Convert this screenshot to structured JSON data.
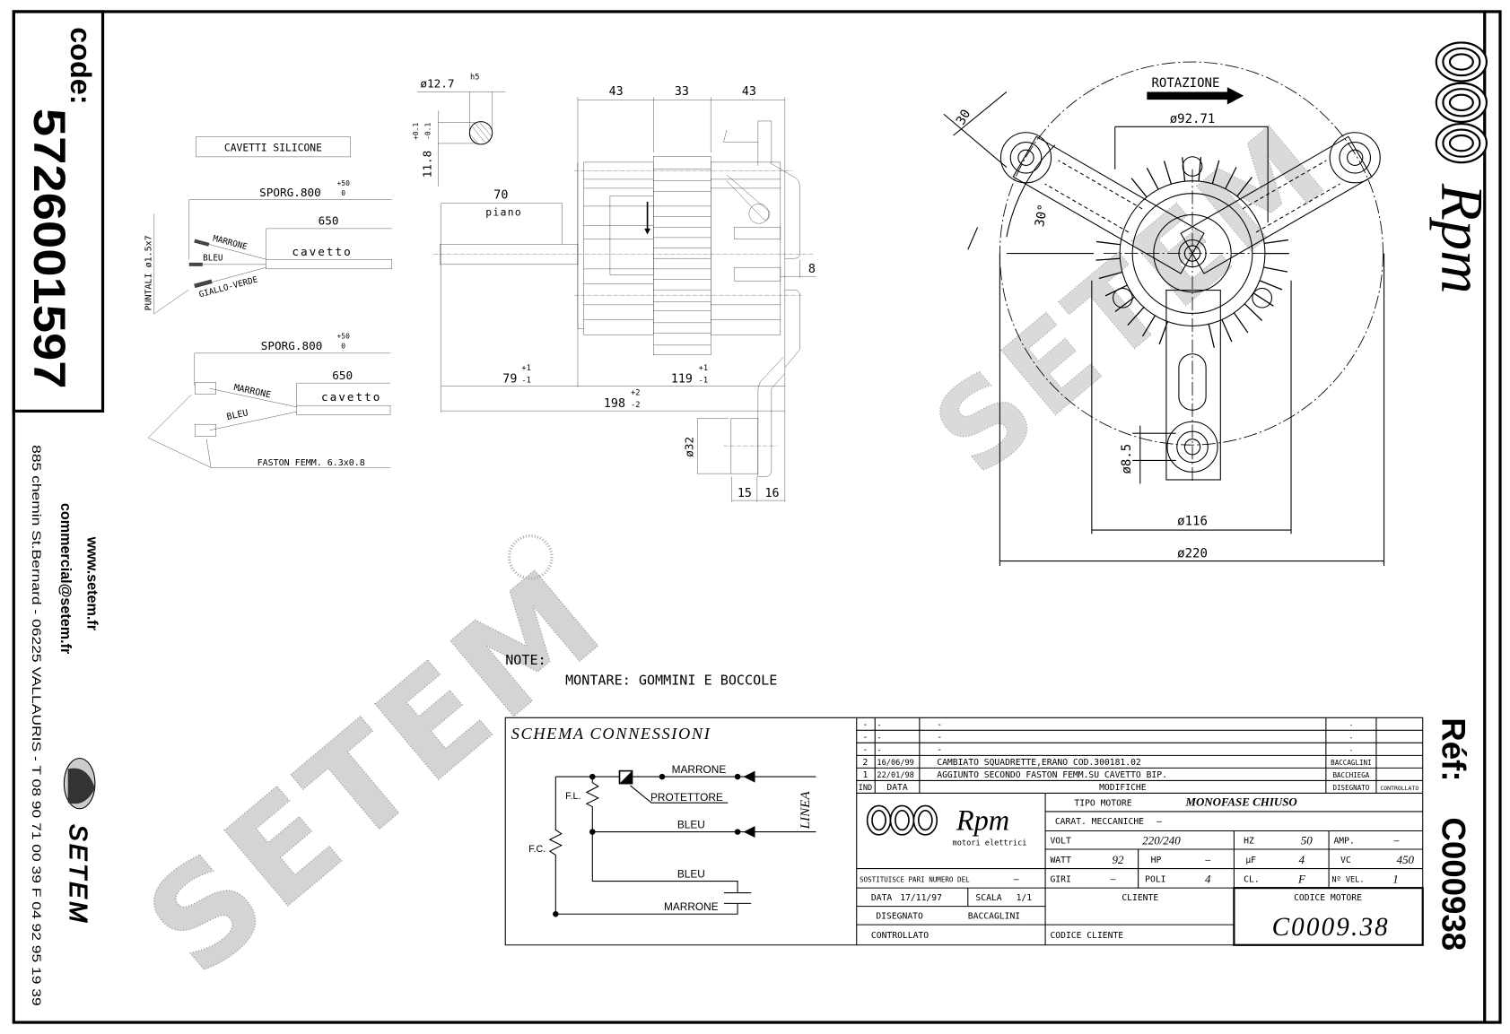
{
  "left_panel": {
    "code_label": "code:",
    "code": "5726001597",
    "website": "www.setem.fr",
    "email": "commercial@setem.fr",
    "address": "885 chemin St.Bernard  -  06225 VALLAURIS  -  T 08 90 71 00 39   F 04 92 95 19 39",
    "logo_text": "SETEM"
  },
  "right_panel": {
    "ref_label": "Réf:",
    "ref": "C000938",
    "logo_text": "Rpm"
  },
  "watermark": "SETEM",
  "cables": {
    "title": "CAVETTI SILICONE",
    "upper": {
      "sporg": "SPORG.800",
      "tol_plus": "+50",
      "tol_zero": "0",
      "length": "650",
      "cable": "cavetto",
      "wire1": "MARRONE",
      "wire2": "BLEU",
      "wire3": "GIALLO-VERDE",
      "terminals": "PUNTALI ø1.5x7"
    },
    "lower": {
      "sporg": "SPORG.800",
      "tol_plus": "+50",
      "tol_zero": "0",
      "length": "650",
      "cable": "cavetto",
      "wire1": "MARRONE",
      "wire2": "BLEU",
      "terminals": "FASTON FEMM. 6.3x0.8"
    }
  },
  "side_view": {
    "shaft_dia": "ø12.7",
    "shaft_fit": "h5",
    "flat": "11.8",
    "flat_tol_plus": "+0.1",
    "flat_tol_minus": "-0.1",
    "d1": "43",
    "d2": "33",
    "d3": "43",
    "flat_len": "70",
    "flat_label": "piano",
    "shaft_len": "79",
    "shaft_tol_plus": "+1",
    "shaft_tol_minus": "-1",
    "body_len": "119",
    "body_tol_plus": "+1",
    "body_tol_minus": "-1",
    "total_len": "198",
    "total_tol_plus": "+2",
    "total_tol_minus": "-2",
    "bracket_offset": "8",
    "bushing_dia": "ø32",
    "bushing_w1": "15",
    "bushing_w2": "16"
  },
  "front_view": {
    "rotation": "ROTAZIONE",
    "d_bolt_circle": "ø92.71",
    "d_body": "ø116",
    "d_mount": "ø220",
    "arm_width": "30",
    "angle": "30°",
    "hole": "ø8.5"
  },
  "notes": {
    "label": "NOTE:",
    "text": "MONTARE: GOMMINI E BOCCOLE"
  },
  "schema": {
    "title": "SCHEMA CONNESSIONI",
    "marrone_top": "MARRONE",
    "protettore": "PROTETTORE",
    "bleu_mid": "BLEU",
    "bleu_low": "BLEU",
    "marrone_low": "MARRONE",
    "fl": "F.L.",
    "fc": "F.C.",
    "linea": "LINEA"
  },
  "title_block": {
    "revisions": [
      {
        "ind": "-",
        "date": "-",
        "desc": "-",
        "drawn": "-",
        "checked": ""
      },
      {
        "ind": "-",
        "date": "-",
        "desc": "-",
        "drawn": "-",
        "checked": ""
      },
      {
        "ind": "-",
        "date": "-",
        "desc": "-",
        "drawn": "-",
        "checked": ""
      },
      {
        "ind": "2",
        "date": "16/06/99",
        "desc": "CAMBIATO SQUADRETTE,ERANO COD.300181.02",
        "drawn": "BACCAGLINI",
        "checked": ""
      },
      {
        "ind": "1",
        "date": "22/01/98",
        "desc": "AGGIUNTO SECONDO FASTON FEMM.SU CAVETTO BIP.",
        "drawn": "BACCHIEGA",
        "checked": ""
      }
    ],
    "headers": {
      "ind": "IND",
      "date": "DATA",
      "desc": "MODIFICHE",
      "drawn": "DISEGNATO",
      "checked": "CONTROLLATO"
    },
    "logo": {
      "name": "Rpm",
      "subtitle": "motori elettrici"
    },
    "tipo_label": "TIPO MOTORE",
    "tipo": "MONOFASE CHIUSO",
    "carat_label": "CARAT. MECCANICHE",
    "carat": "—",
    "volt_label": "VOLT",
    "volt": "220/240",
    "hz_label": "HZ",
    "hz": "50",
    "amp_label": "AMP.",
    "amp": "—",
    "watt_label": "WATT",
    "watt": "92",
    "hp_label": "HP",
    "hp": "—",
    "uf_label": "µF",
    "uf": "4",
    "vc_label": "VC",
    "vc": "450",
    "giri_label": "GIRI",
    "giri": "—",
    "poli_label": "POLI",
    "poli": "4",
    "cl_label": "CL.",
    "cl": "F",
    "vel_label": "Nº VEL.",
    "vel": "1",
    "replaces_label": "SOSTITUISCE PARI NUMERO DEL",
    "replaces": "—",
    "date_label": "DATA",
    "date": "17/11/97",
    "scale_label": "SCALA",
    "scale": "1/1",
    "drawn_label": "DISEGNATO",
    "drawn": "BACCAGLINI",
    "checked_label": "CONTROLLATO",
    "client_label": "CLIENTE",
    "client_code_label": "CODICE CLIENTE",
    "motor_code_label": "CODICE MOTORE",
    "motor_code": "C0009.38"
  }
}
